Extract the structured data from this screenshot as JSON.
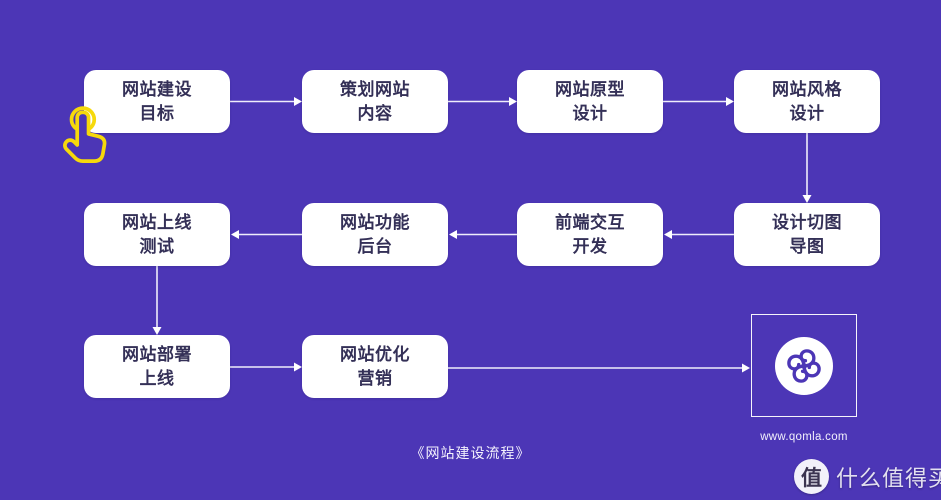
{
  "figure": {
    "caption": "《网站建设流程》"
  },
  "flow": {
    "nodes": [
      {
        "id": "goal",
        "line1": "网站建设",
        "line2": "目标"
      },
      {
        "id": "plan",
        "line1": "策划网站",
        "line2": "内容"
      },
      {
        "id": "prototype",
        "line1": "网站原型",
        "line2": "设计"
      },
      {
        "id": "style",
        "line1": "网站风格",
        "line2": "设计"
      },
      {
        "id": "slicing",
        "line1": "设计切图",
        "line2": "导图"
      },
      {
        "id": "frontend",
        "line1": "前端交互",
        "line2": "开发"
      },
      {
        "id": "backend",
        "line1": "网站功能",
        "line2": "后台"
      },
      {
        "id": "testing",
        "line1": "网站上线",
        "line2": "测试"
      },
      {
        "id": "deploy",
        "line1": "网站部署",
        "line2": "上线"
      },
      {
        "id": "marketing",
        "line1": "网站优化",
        "line2": "营销"
      }
    ]
  },
  "logo": {
    "icon": "qomla-clover-logo-icon",
    "website": "www.qomla.com"
  },
  "cursor": {
    "icon": "tap-gesture-icon"
  },
  "watermark": {
    "badge_icon": "smzdm-value-badge-icon",
    "badge_char": "值",
    "brand": "什么值得买"
  },
  "colors": {
    "background": "#4C36B6",
    "node_background": "#FFFFFF",
    "node_text": "#343057",
    "arrow": "#EFEDFB",
    "cursor_yellow": "#F6D90B",
    "logo_purple": "#4C36B6"
  }
}
